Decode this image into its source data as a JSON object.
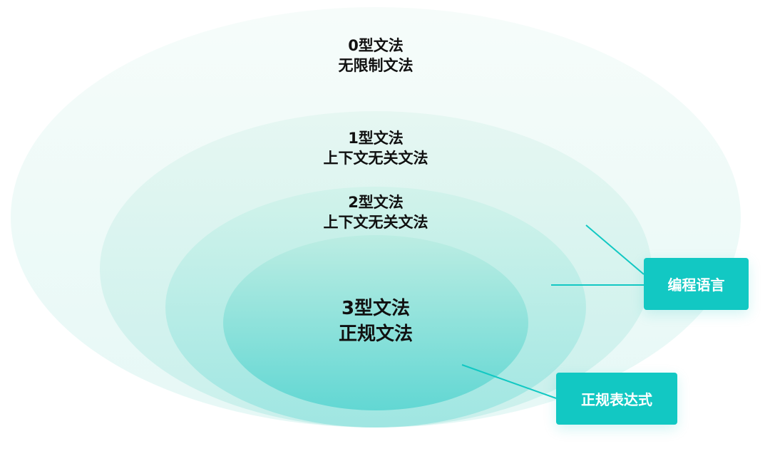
{
  "levels": [
    {
      "type": "0型文法",
      "name": "无限制文法"
    },
    {
      "type": "1型文法",
      "name": "上下文无关文法"
    },
    {
      "type": "2型文法",
      "name": "上下文无关文法"
    },
    {
      "type": "3型文法",
      "name": "正规文法"
    }
  ],
  "callouts": {
    "programming_language": "编程语言",
    "regex": "正规表达式"
  },
  "colors": {
    "accent": "#12c8c3"
  }
}
